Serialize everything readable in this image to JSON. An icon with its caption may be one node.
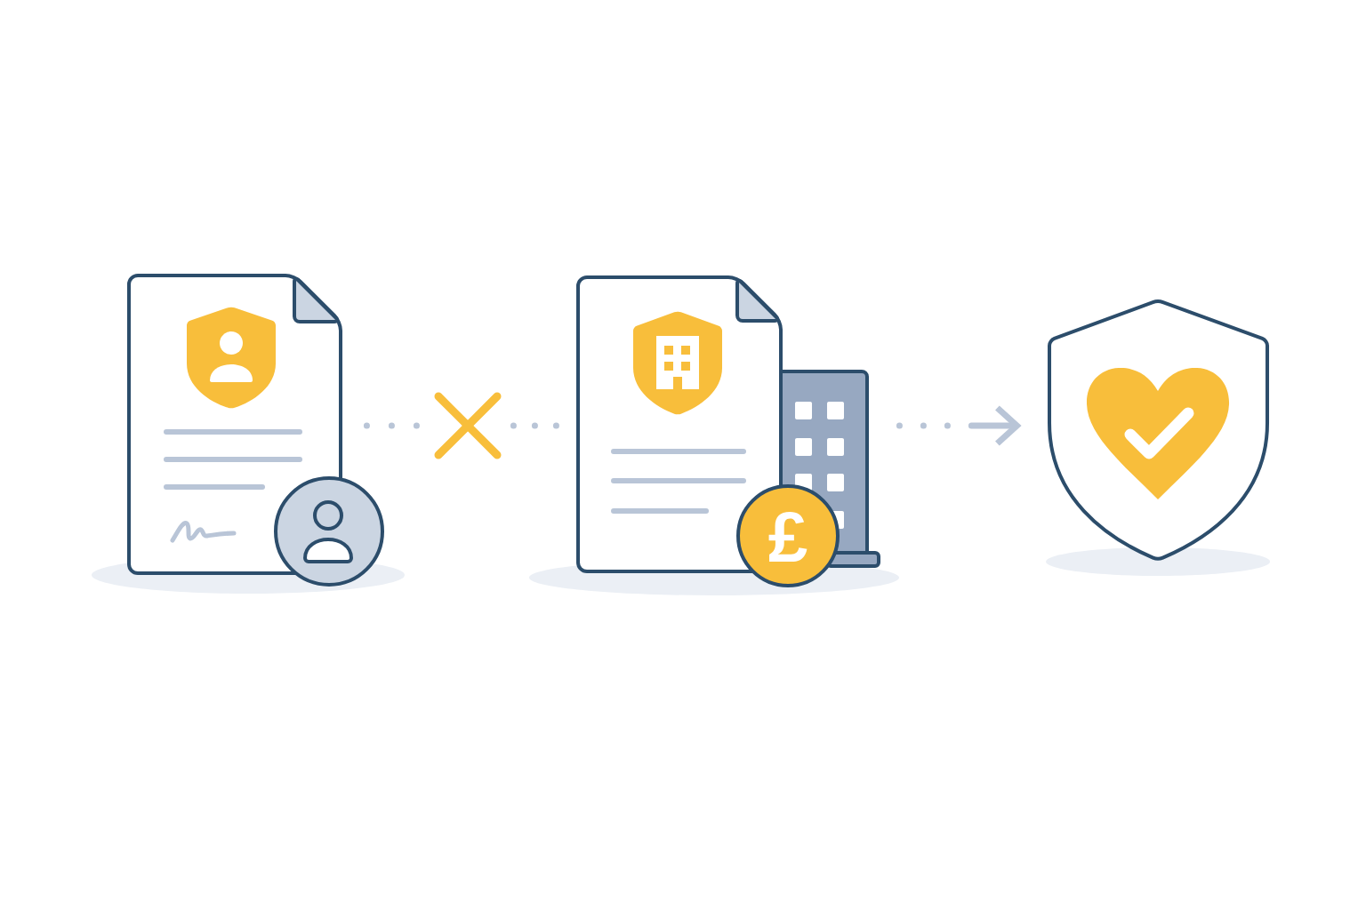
{
  "diagram": {
    "nodes": [
      {
        "text": [],
        "shape": "picture"
      },
      {
        "text": [],
        "shape": "cross"
      },
      {
        "text": [],
        "shape": "picture"
      },
      {
        "text": [],
        "shape": "picture"
      }
    ],
    "edges": [
      {
        "from": 0,
        "to": 1,
        "arrow": "none",
        "style": "dashed"
      },
      {
        "from": 1,
        "to": 2,
        "arrow": "none",
        "style": "dashed"
      },
      {
        "from": 2,
        "to": 3,
        "arrow": "to",
        "style": "dashed"
      }
    ],
    "labels": [
      "£"
    ]
  }
}
